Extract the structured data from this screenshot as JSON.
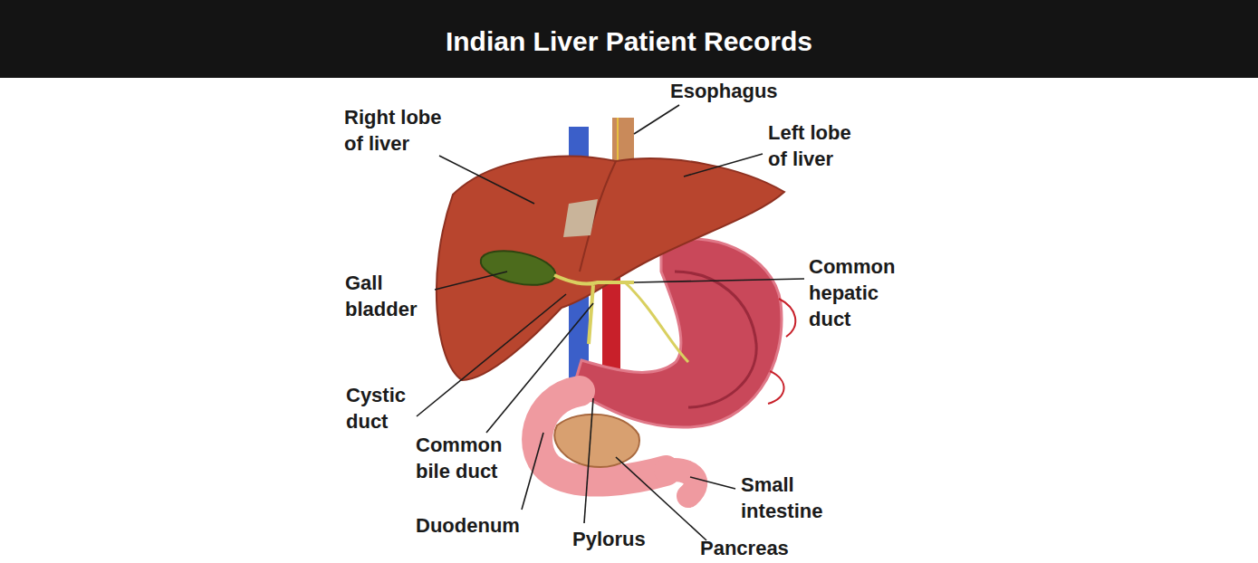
{
  "diagram": {
    "title": "Indian Liver Patient Records",
    "labels": [
      "Esophagus",
      "Right lobe of liver",
      "Left lobe of liver",
      "Gall bladder",
      "Common hepatic duct",
      "Cystic duct",
      "Common bile duct",
      "Small intestine",
      "Duodenum",
      "Pylorus",
      "Pancreas"
    ]
  }
}
